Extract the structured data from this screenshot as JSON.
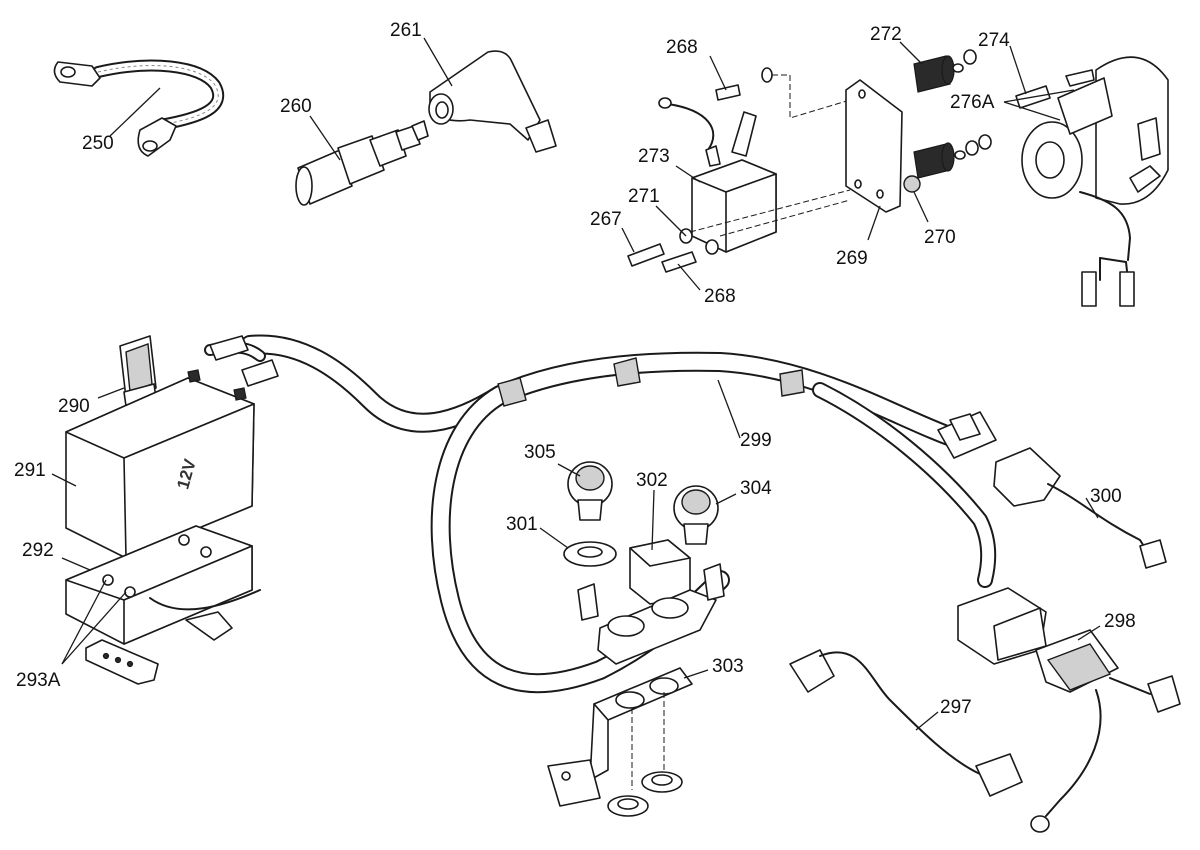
{
  "diagram": {
    "callouts": [
      {
        "id": "250",
        "label": "250"
      },
      {
        "id": "260",
        "label": "260"
      },
      {
        "id": "261",
        "label": "261"
      },
      {
        "id": "267",
        "label": "267"
      },
      {
        "id": "268a",
        "label": "268"
      },
      {
        "id": "268b",
        "label": "268"
      },
      {
        "id": "269",
        "label": "269"
      },
      {
        "id": "270",
        "label": "270"
      },
      {
        "id": "271",
        "label": "271"
      },
      {
        "id": "272",
        "label": "272"
      },
      {
        "id": "273",
        "label": "273"
      },
      {
        "id": "274",
        "label": "274"
      },
      {
        "id": "276A",
        "label": "276A"
      },
      {
        "id": "290",
        "label": "290"
      },
      {
        "id": "291",
        "label": "291"
      },
      {
        "id": "292",
        "label": "292"
      },
      {
        "id": "293A",
        "label": "293A"
      },
      {
        "id": "297",
        "label": "297"
      },
      {
        "id": "298",
        "label": "298"
      },
      {
        "id": "299",
        "label": "299"
      },
      {
        "id": "300",
        "label": "300"
      },
      {
        "id": "301",
        "label": "301"
      },
      {
        "id": "302",
        "label": "302"
      },
      {
        "id": "303",
        "label": "303"
      },
      {
        "id": "304",
        "label": "304"
      },
      {
        "id": "305",
        "label": "305"
      }
    ],
    "battery_marking": "12V"
  }
}
